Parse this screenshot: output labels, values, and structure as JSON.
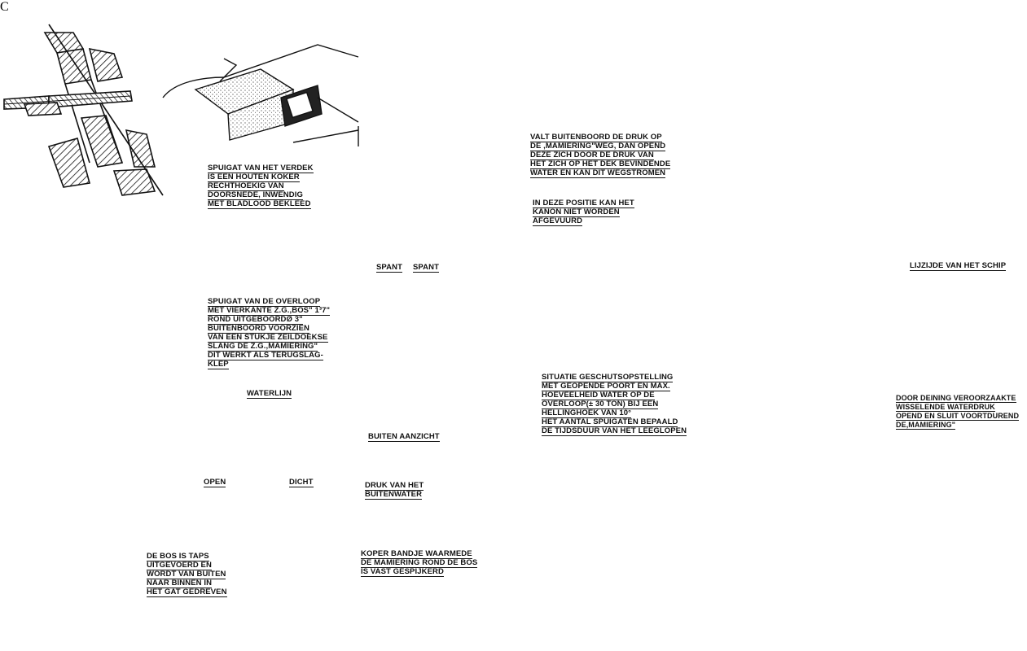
{
  "labels": {
    "verdek": [
      "SPUIGAT VAN HET VERDEK",
      "IS EEN HOUTEN KOKER",
      "RECHTHOEKIG VAN",
      "DOORSNEDE, INWENDIG",
      "MET BLADLOOD BEKLEED"
    ],
    "overloop": [
      "SPUIGAT VAN DE OVERLOOP",
      "MET VIERKANTE Z.G.,BOS\" 1³7\"",
      "ROND UITGEBOORDø 3\"",
      "BUITENBOORD VOORZIEN",
      "VAN EEN STUKJE ZEILDOEKSE",
      "SLANG DE Z.G.,MAMIERING\"",
      "DIT WERKT ALS TERUGSLAG-",
      "KLEP"
    ],
    "waterlijn": "WATERLIJN",
    "spant1": "SPANT",
    "spant2": "SPANT",
    "buiten_aanzicht": "BUITEN AANZICHT",
    "open": "OPEN",
    "dicht": "DICHT",
    "druk": [
      "DRUK VAN HET",
      "BUITENWATER"
    ],
    "bos": [
      "DE BOS IS TAPS",
      "UITGEVOERD EN",
      "WORDT VAN BUITEN",
      "NAAR BINNEN IN",
      "HET GAT GEDREVEN"
    ],
    "koper": [
      "KOPER BANDJE WAARMEDE",
      "DE MAMIERING ROND DE BOS",
      "IS VAST GESPIJKERD"
    ],
    "valt": [
      "VALT BUITENBOORD DE DRUK OP",
      "DE ,MAMIERING\"WEG, DAN OPEND",
      "DEZE ZICH DOOR DE DRUK VAN",
      "HET ZICH OP HET DEK BEVINDENDE",
      "WATER EN KAN DIT WEGSTROMEN"
    ],
    "kanon": [
      "IN DEZE POSITIE KAN HET",
      "KANON NIET WORDEN",
      "AFGEVUURD"
    ],
    "lijzijde": "LIJZIJDE VAN HET SCHIP",
    "situatie": [
      "SITUATIE GESCHUTSOPSTELLING",
      "MET GEOPENDE POORT EN MAX.",
      "HOEVEELHEID WATER OP DE",
      "OVERLOOP(± 30 TON) BIJ EEN",
      "HELLINGHOEK VAN 10°",
      "HET AANTAL SPUIGATEN BEPAALD",
      "DE TIJDSDUUR VAN HET LEEGLOPEN"
    ],
    "deining": [
      "DOOR DEINING VEROORZAAKTE",
      "WISSELENDE WATERDRUK",
      "OPEND EN SLUIT VOORTDUREND",
      "DE,MAMIERING\""
    ],
    "c_mark": "C"
  },
  "colors": {
    "ink": "#111111",
    "paper": "#ffffff",
    "water": "#3a3a3a"
  }
}
